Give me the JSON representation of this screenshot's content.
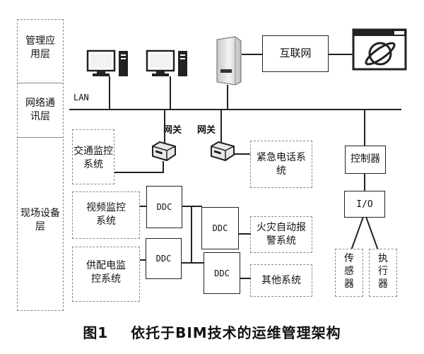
{
  "layers": {
    "management": "管理应\n用层",
    "network": "网络通\n讯层",
    "field": "现场设备\n层"
  },
  "network": {
    "lan": "LAN",
    "internet": "互联网",
    "gateway_1": "网关",
    "gateway_2": "网关"
  },
  "subsystems": {
    "traffic": "交通监控\n系统",
    "video": "视频监控\n系统",
    "power": "供配电监\n控系统",
    "emergency_phone": "紧急电话系\n统",
    "fire_alarm": "火灾自动报\n警系统",
    "other": "其他系统"
  },
  "controllers": {
    "ddc_1": "DDC",
    "ddc_2": "DDC",
    "ddc_3": "DDC",
    "ddc_4": "DDC",
    "controller": "控制器",
    "io": "I/O",
    "sensor": "传\n感\n器",
    "actuator": "执\n行\n器"
  },
  "caption": "图1    依托于BIM技术的运维管理架构"
}
